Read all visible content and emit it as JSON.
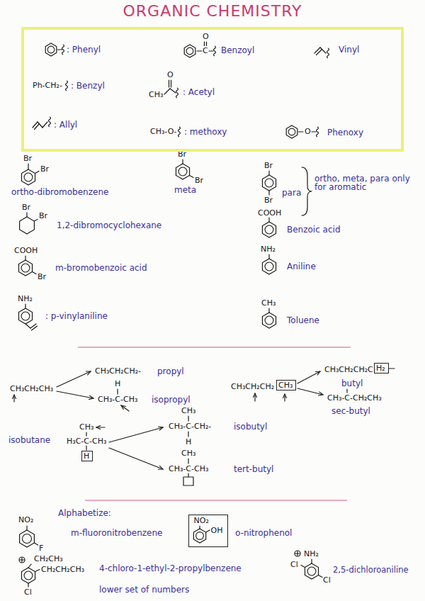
{
  "diagram": {
    "title": "ORGANIC CHEMISTRY",
    "nodes": [
      {
        "text": [
          ": Phenyl",
          "O",
          "C",
          "Benzoyl",
          "Vinyl",
          "Ph-CH₂-",
          ": Benzyl",
          "O",
          "CH₃",
          ": Acetyl",
          ": Allyl",
          "CH₃-O-",
          ": methoxy",
          "O",
          "Phenoxy"
        ]
      },
      {
        "text": [
          "CH₃"
        ]
      },
      {
        "text": [
          "H₂"
        ]
      },
      {
        "text": [
          "H"
        ]
      },
      {
        "text": [
          "NO₂",
          "OH"
        ]
      }
    ],
    "labels": [
      "Br",
      "Br",
      "ortho-dibromobenzene",
      "Br",
      "Br",
      "meta",
      "Br",
      "Br",
      "para",
      "ortho, meta, para only for aromatic",
      "Br",
      "Br",
      "1,2-dibromocyclohexane",
      "COOH",
      "Benzoic acid",
      "COOH",
      "Br",
      "m-bromobenzoic acid",
      "NH₂",
      "Aniline",
      "NH₂",
      ": p-vinylaniline",
      "CH₃",
      "Toluene",
      "CH₃CH₂CH₃",
      "CH₃CH₂CH₂-",
      "propyl",
      "H",
      "CH₃-C-CH₃",
      "isopropyl",
      "CH₃CH₂CH₂",
      "CH₃CH₂CH₂C",
      "butyl",
      "CH₃-C-CH₂CH₃",
      "sec-butyl",
      "isobutane",
      "CH₃",
      "H₃C-C-CH₃",
      "CH₃",
      "CH₃-C-CH₂-",
      "H",
      "isobutyl",
      "CH₃",
      "CH₃-C-CH₃",
      "tert-butyl",
      "NO₂",
      "F",
      "Alphabetize:",
      "m-fluoronitrobenzene",
      "o-nitrophenol",
      "CH₂CH₃",
      "CH₂CH₂CH₃",
      "Cl",
      "4-chloro-1-ethyl-2-propylbenzene",
      "lower set of numbers",
      "NH₂",
      "Cl",
      "Cl",
      "2,5-dichloroaniline"
    ]
  }
}
